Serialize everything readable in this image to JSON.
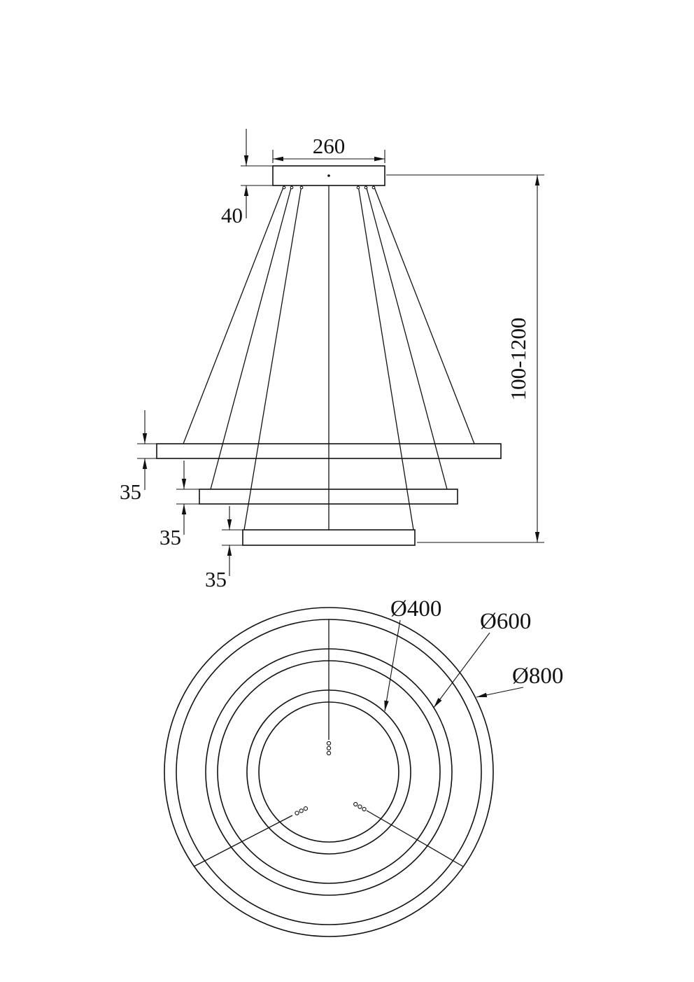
{
  "drawing": {
    "side_view": {
      "canopy_width_label": "260",
      "canopy_height_label": "40",
      "height_range_label": "100-1200",
      "ring_thickness_labels": [
        "35",
        "35",
        "35"
      ]
    },
    "plan_view": {
      "diameter_labels": [
        "Ø400",
        "Ø600",
        "Ø800"
      ]
    },
    "colors": {
      "line": "#111111",
      "background": "#ffffff"
    }
  }
}
